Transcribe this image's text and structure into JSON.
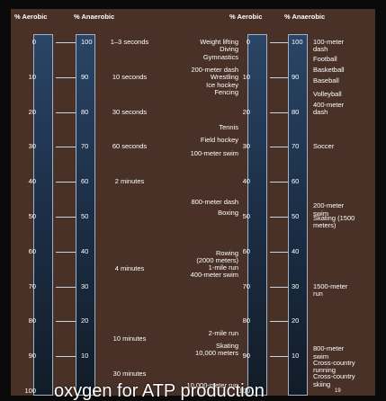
{
  "headers": {
    "aerobic": "% Aerobic",
    "anaerobic": "% Anaerobic"
  },
  "scale": {
    "aerobic_ticks": [
      "0",
      "10",
      "20",
      "30",
      "40",
      "50",
      "60",
      "70",
      "80",
      "90",
      "100"
    ],
    "anaerobic_ticks": [
      "100",
      "90",
      "80",
      "70",
      "60",
      "50",
      "40",
      "30",
      "20",
      "10"
    ]
  },
  "durations": [
    {
      "text": "1–3 seconds",
      "aerobic": 0
    },
    {
      "text": "10 seconds",
      "aerobic": 10
    },
    {
      "text": "30 seconds",
      "aerobic": 20
    },
    {
      "text": "60 seconds",
      "aerobic": 30
    },
    {
      "text": "2 minutes",
      "aerobic": 40
    },
    {
      "text": "4 minutes",
      "aerobic": 65
    },
    {
      "text": "10 minutes",
      "aerobic": 85
    },
    {
      "text": "30 minutes",
      "aerobic": 95
    },
    {
      "text": "10,000-meter run",
      "aerobic": 98.5
    }
  ],
  "activities_left": [
    {
      "text": "Weight lifting\nDiving\nGymnastics",
      "aerobic": 0
    },
    {
      "text": "200-meter dash\nWrestling\nIce hockey\nFencing",
      "aerobic": 8
    },
    {
      "text": "Tennis",
      "aerobic": 24.5
    },
    {
      "text": "Field hockey",
      "aerobic": 28
    },
    {
      "text": "100-meter swim",
      "aerobic": 32
    },
    {
      "text": "800-meter dash",
      "aerobic": 46
    },
    {
      "text": "Boxing",
      "aerobic": 49
    },
    {
      "text": "Rowing\n(2000 meters)\n1-mile run\n400-meter swim",
      "aerobic": 60.5
    },
    {
      "text": "2-mile run",
      "aerobic": 83.5
    },
    {
      "text": "Skating\n10,000 meters",
      "aerobic": 87
    }
  ],
  "activities_right": [
    {
      "text": "100-meter\ndash",
      "aerobic": 0
    },
    {
      "text": "Football",
      "aerobic": 5
    },
    {
      "text": "Basketball",
      "aerobic": 8
    },
    {
      "text": "Baseball",
      "aerobic": 11
    },
    {
      "text": "Volleyball",
      "aerobic": 15
    },
    {
      "text": "400-meter\ndash",
      "aerobic": 18
    },
    {
      "text": "Soccer",
      "aerobic": 30
    },
    {
      "text": "200-meter\nswim",
      "aerobic": 47
    },
    {
      "text": "Skating (1500\nmeters)",
      "aerobic": 50.5
    },
    {
      "text": "1500-meter\nrun",
      "aerobic": 70
    },
    {
      "text": "800-meter\nswim",
      "aerobic": 88
    },
    {
      "text": "Cross-country\nrunning",
      "aerobic": 92
    },
    {
      "text": "Cross-country\nskiing",
      "aerobic": 96
    }
  ],
  "caption": "oxygen for ATP production",
  "superscript": "19"
}
